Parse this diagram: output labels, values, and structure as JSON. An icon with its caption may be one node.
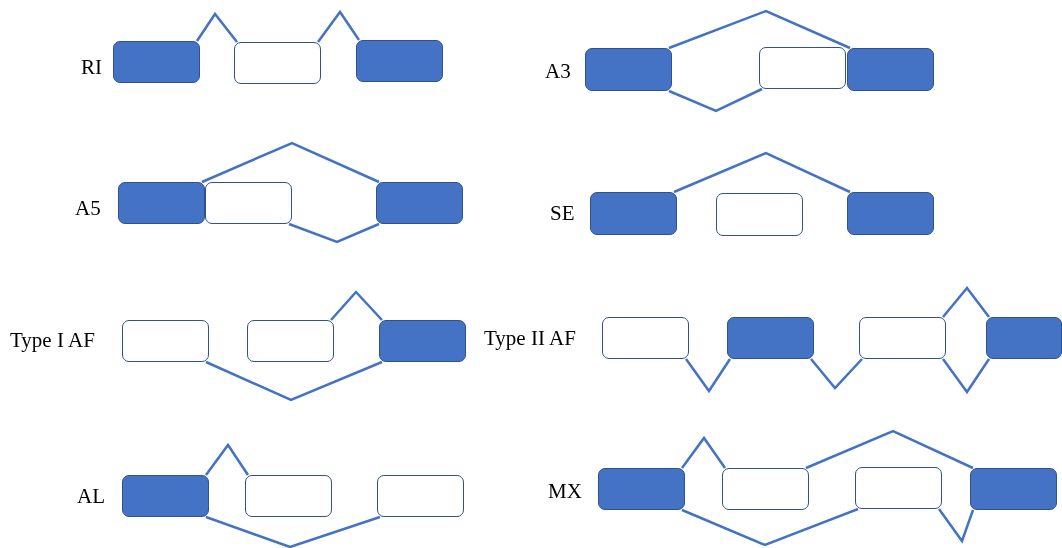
{
  "diagram": {
    "nodes": [
      {
        "text": [],
        "shape": "block"
      },
      {
        "text": [],
        "shape": "box"
      },
      {
        "text": [],
        "shape": "block"
      },
      {
        "text": [],
        "shape": "block"
      },
      {
        "text": [],
        "shape": "box"
      },
      {
        "text": [],
        "shape": "block"
      },
      {
        "text": [],
        "shape": "block"
      },
      {
        "text": [],
        "shape": "box"
      },
      {
        "text": [],
        "shape": "block"
      },
      {
        "text": [],
        "shape": "block"
      },
      {
        "text": [],
        "shape": "box"
      },
      {
        "text": [],
        "shape": "block"
      },
      {
        "text": [],
        "shape": "box"
      },
      {
        "text": [],
        "shape": "box"
      },
      {
        "text": [],
        "shape": "block"
      },
      {
        "text": [],
        "shape": "box"
      },
      {
        "text": [],
        "shape": "block"
      },
      {
        "text": [],
        "shape": "box"
      },
      {
        "text": [],
        "shape": "block"
      },
      {
        "text": [],
        "shape": "block"
      },
      {
        "text": [],
        "shape": "box"
      },
      {
        "text": [],
        "shape": "box"
      },
      {
        "text": [],
        "shape": "block"
      },
      {
        "text": [],
        "shape": "box"
      },
      {
        "text": [],
        "shape": "box"
      },
      {
        "text": [],
        "shape": "block"
      }
    ],
    "edges": [
      {
        "from": 0,
        "to": 1,
        "arrow": "none"
      },
      {
        "from": 1,
        "to": 2,
        "arrow": "none"
      },
      {
        "from": 3,
        "to": 5,
        "arrow": "none"
      },
      {
        "from": 3,
        "to": 4,
        "arrow": "none"
      },
      {
        "from": 6,
        "to": 8,
        "arrow": "none"
      },
      {
        "from": 7,
        "to": 8,
        "arrow": "none"
      },
      {
        "from": 9,
        "to": 11,
        "arrow": "none"
      },
      {
        "from": 13,
        "to": 14,
        "arrow": "none"
      },
      {
        "from": 12,
        "to": 14,
        "arrow": "none"
      },
      {
        "from": 15,
        "to": 16,
        "arrow": "none"
      },
      {
        "from": 16,
        "to": 17,
        "arrow": "none"
      },
      {
        "from": 17,
        "to": 18,
        "arrow": "none"
      },
      {
        "from": 17,
        "to": 18,
        "arrow": "none"
      },
      {
        "from": 19,
        "to": 20,
        "arrow": "none"
      },
      {
        "from": 19,
        "to": 21,
        "arrow": "none"
      },
      {
        "from": 22,
        "to": 23,
        "arrow": "none"
      },
      {
        "from": 23,
        "to": 25,
        "arrow": "none"
      },
      {
        "from": 22,
        "to": 24,
        "arrow": "none"
      },
      {
        "from": 24,
        "to": 25,
        "arrow": "none"
      }
    ],
    "labels": [
      "RI",
      "A3",
      "A5",
      "SE",
      "Type I AF",
      "Type II AF",
      "AL",
      "MX"
    ]
  }
}
